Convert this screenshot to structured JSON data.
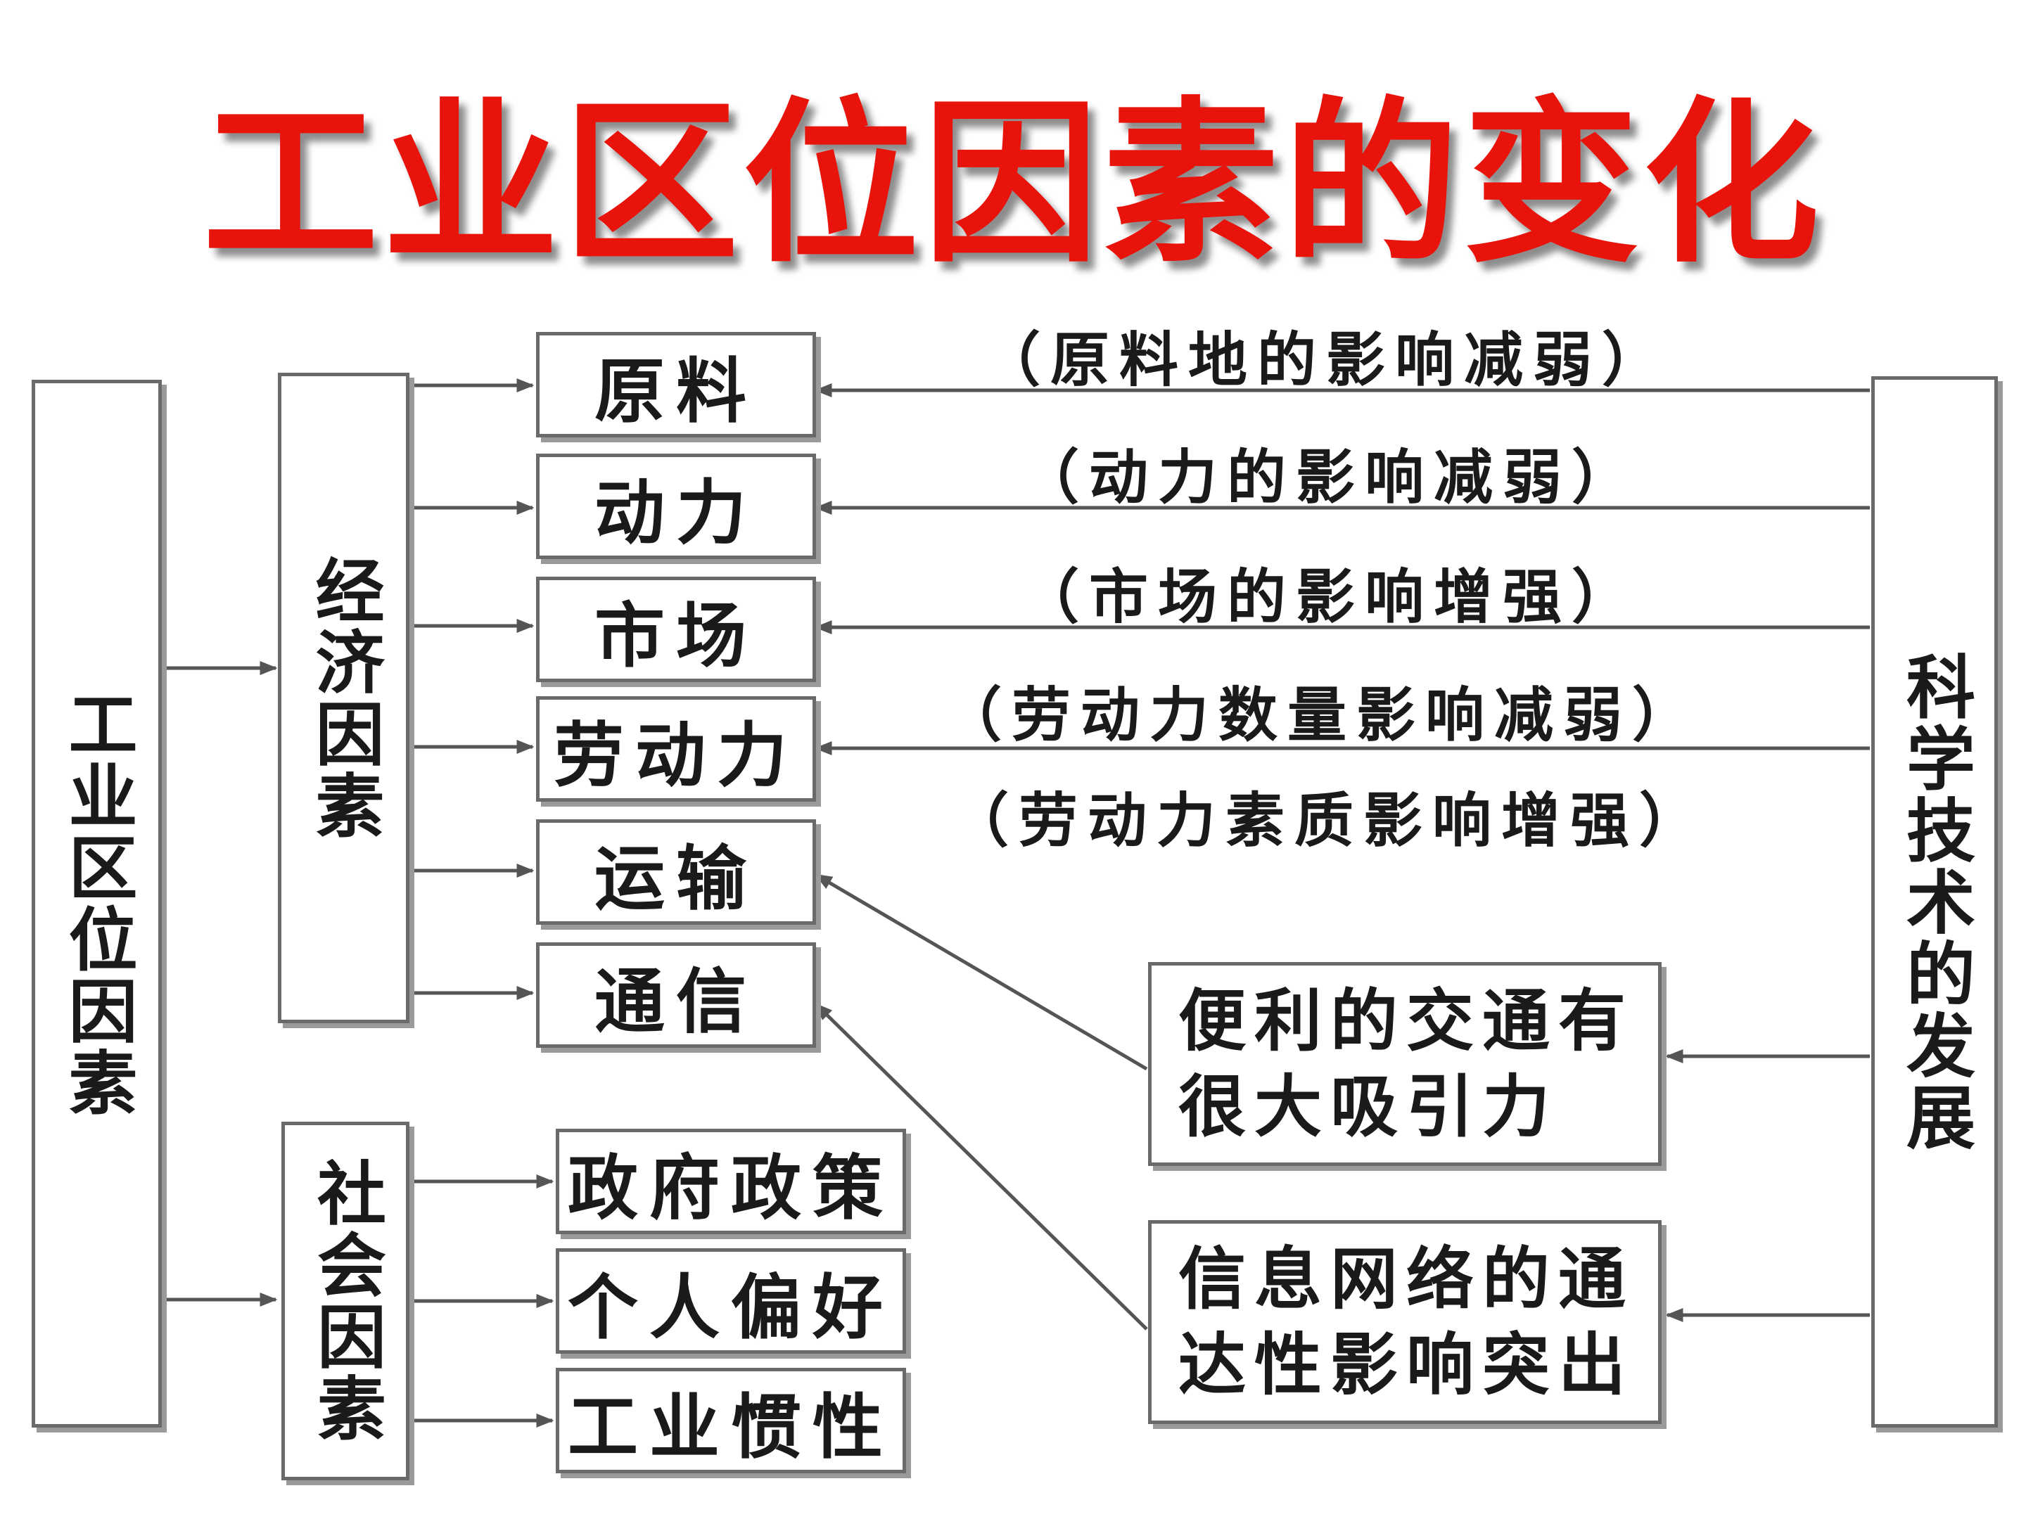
{
  "title": "工业区位因素的变化",
  "root": "工业区位因素",
  "economic_group": "经济因素",
  "social_group": "社会因素",
  "economic_factors": [
    "原料",
    "动力",
    "市场",
    "劳动力",
    "运输",
    "通信"
  ],
  "social_factors": [
    "政府政策",
    "个人偏好",
    "工业惯性"
  ],
  "technology": "科学技术的发展",
  "effect_notes": [
    "（原料地的影响减弱）",
    "（动力的影响减弱）",
    "（市场的影响增强）",
    "（劳动力数量影响减弱）",
    "（劳动力素质影响增强）"
  ],
  "outcomes": [
    "便利的交通有很大吸引力",
    "信息网络的通达性影响突出"
  ],
  "colors": {
    "title": "#e8140c",
    "border": "#6a6a6a",
    "line": "#555555",
    "text": "#1a1a1a"
  }
}
